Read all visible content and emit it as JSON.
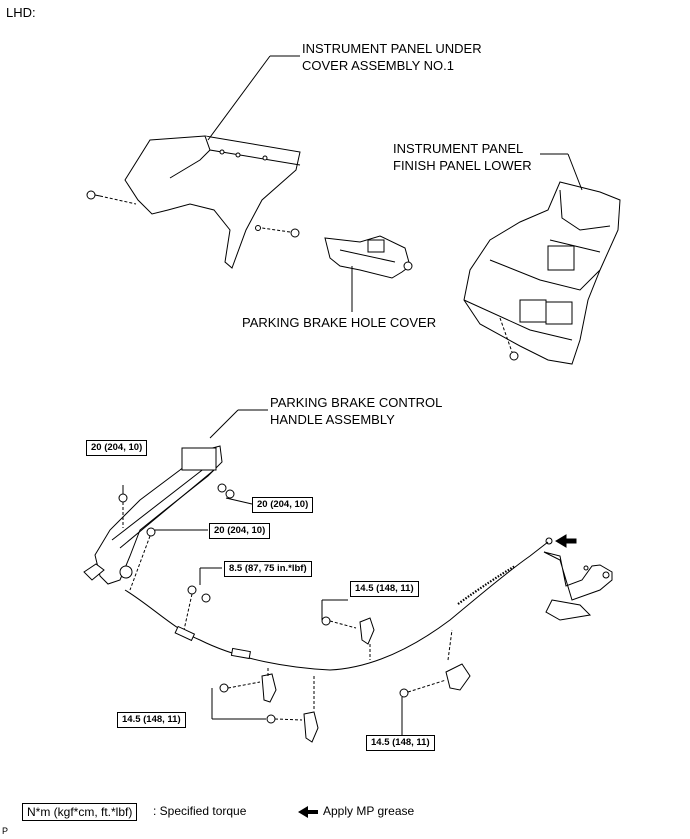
{
  "header": {
    "orientation": "LHD:"
  },
  "parts": {
    "under_cover": [
      "INSTRUMENT PANEL UNDER",
      "COVER ASSEMBLY NO.1"
    ],
    "finish_panel": [
      "INSTRUMENT PANEL",
      "FINISH PANEL LOWER"
    ],
    "hole_cover": "PARKING BRAKE HOLE COVER",
    "control_handle": [
      "PARKING BRAKE CONTROL",
      "HANDLE ASSEMBLY"
    ]
  },
  "torques": {
    "t1": "20 (204, 10)",
    "t2": "20 (204, 10)",
    "t3": "20 (204, 10)",
    "t4": "8.5 (87, 75 in.*lbf)",
    "t5": "14.5 (148, 11)",
    "t6": "14.5 (148, 11)",
    "t7": "14.5 (148, 11)"
  },
  "legend": {
    "unit_box": "N*m (kgf*cm, ft.*lbf)",
    "unit_text": ": Specified torque",
    "grease_text": "Apply MP grease"
  },
  "footer": {
    "code": "P"
  }
}
